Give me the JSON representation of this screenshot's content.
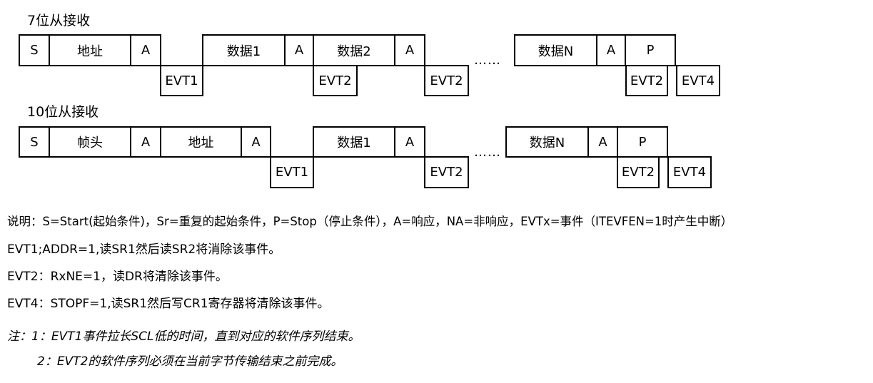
{
  "seq7": {
    "title": "7位从接收",
    "s": "S",
    "addr": "地址",
    "a1": "A",
    "evt1": "EVT1",
    "data1": "数据1",
    "a2": "A",
    "data2": "数据2",
    "evt2a": "EVT2",
    "a3": "A",
    "evt2b": "EVT2",
    "dots": "……",
    "dataN": "数据N",
    "a4": "A",
    "p": "P",
    "evt2c": "EVT2",
    "evt4": "EVT4"
  },
  "seq10": {
    "title": "10位从接收",
    "s": "S",
    "header": "帧头",
    "a1": "A",
    "addr": "地址",
    "a2": "A",
    "evt1": "EVT1",
    "data1": "数据1",
    "a3": "A",
    "evt2a": "EVT2",
    "dots": "……",
    "dataN": "数据N",
    "a4": "A",
    "p": "P",
    "evt2b": "EVT2",
    "evt4": "EVT4"
  },
  "legend": {
    "line1": "说明：S=Start(起始条件)，Sr=重复的起始条件，P=Stop（停止条件），A=响应，NA=非响应，EVTx=事件（ITEVFEN=1时产生中断）",
    "line2": "EVT1;ADDR=1,读SR1然后读SR2将消除该事件。",
    "line3": "EVT2：RxNE=1，读DR将清除该事件。",
    "line4": "EVT4：STOPF=1,读SR1然后写CR1寄存器将清除该事件。"
  },
  "notes": {
    "note1": "注：1：EVT1事件拉长SCL低的时间，直到对应的软件序列结束。",
    "note2": "2：EVT2的软件序列必须在当前字节传输结束之前完成。"
  }
}
